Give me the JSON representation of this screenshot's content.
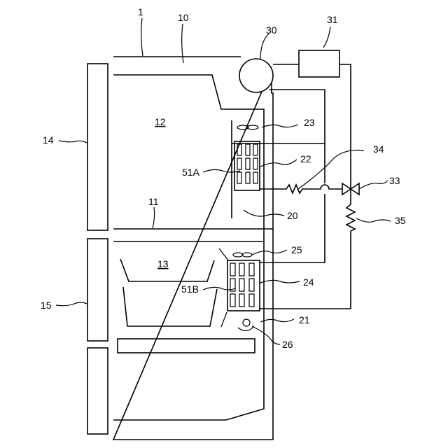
{
  "labels": {
    "l1": "1",
    "l10": "10",
    "l30": "30",
    "l31": "31",
    "l12": "12",
    "l23": "23",
    "l14": "14",
    "l34": "34",
    "l22": "22",
    "l33": "33",
    "l51a": "51A",
    "l35": "35",
    "l11": "11",
    "l20": "20",
    "l25": "25",
    "l13": "13",
    "l24": "24",
    "l51b": "51B",
    "l15": "15",
    "l21": "21",
    "l26": "26"
  }
}
